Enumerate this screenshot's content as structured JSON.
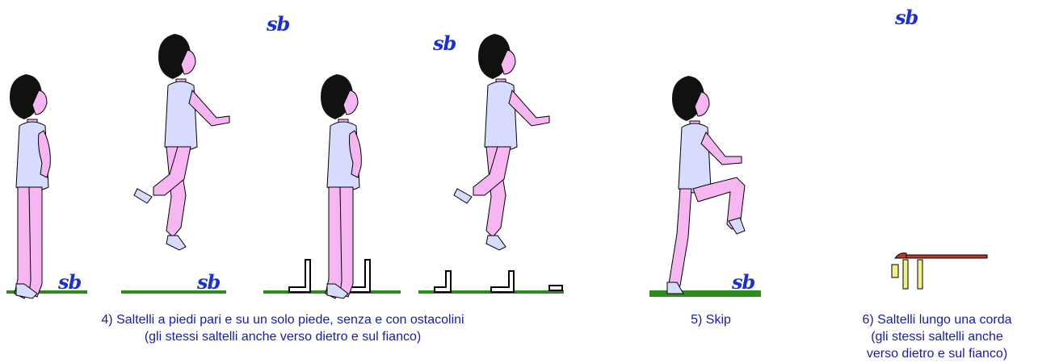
{
  "watermark": "sb",
  "colors": {
    "skin": "#f5b6f2",
    "hair": "#111111",
    "suit": "#d7dcff",
    "outline": "#000000",
    "ground": "#2e8b1e",
    "watermark": "#1a2fd6",
    "caption": "#1a1aa8",
    "bench_top": "#b83a2c",
    "bench_legs": "#f3ef8a"
  },
  "captions": {
    "c4_line1": "4) Saltelli a piedi pari e su un solo piede, senza e con ostacolini",
    "c4_line2": "(gli stessi saltelli anche verso dietro e sul fianco)",
    "c5_line1": "5) Skip",
    "c6_line1": "6) Saltelli lungo una corda",
    "c6_line2": "(gli stessi saltelli anche",
    "c6_line3": "verso dietro e sul fianco)"
  }
}
